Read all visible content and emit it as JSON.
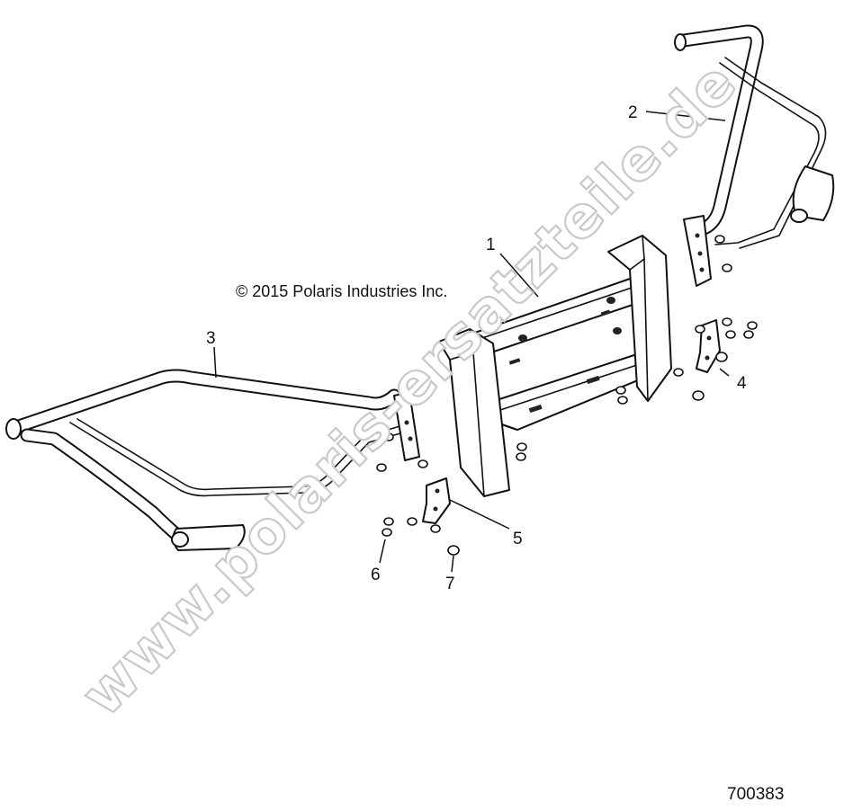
{
  "copyright": "© 2015 Polaris Industries Inc.",
  "figure_number": "700383",
  "watermark": "www.polaris-ersatzteile.de",
  "callouts": [
    "1",
    "2",
    "3",
    "4",
    "5",
    "6",
    "7"
  ]
}
